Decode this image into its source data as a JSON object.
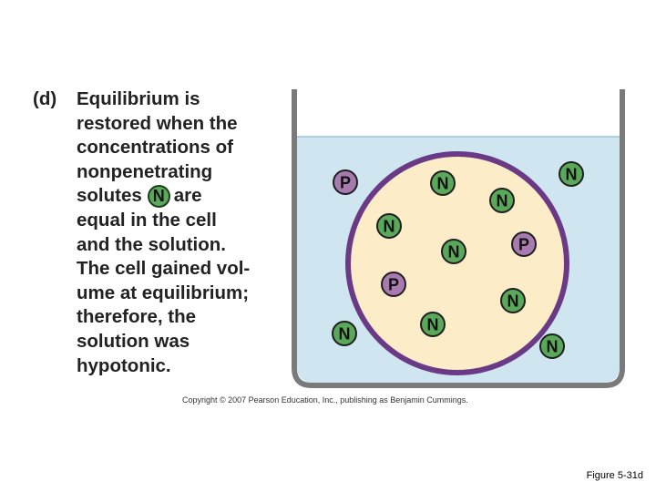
{
  "caption": {
    "panel_label": "(d)",
    "lines": [
      "Equilibrium is",
      "restored when the",
      "concentrations of",
      "nonpenetrating",
      "solutes",
      "are",
      "equal in the cell",
      "and the solution.",
      "The cell gained vol-",
      "ume at equilibrium;",
      "therefore, the",
      "solution was",
      "hypotonic."
    ],
    "inline_molecule": "N"
  },
  "molecules": {
    "inside_cell": [
      "P",
      "N",
      "N",
      "N",
      "N",
      "P",
      "P",
      "N",
      "N"
    ],
    "outside_cell": [
      "N",
      "N",
      "N"
    ]
  },
  "colors": {
    "solution": "#cfe6f0",
    "cell": "#fcecc8",
    "cell_membrane": "#6b3a86",
    "beaker": "#7a7a7a",
    "molecule_n": "#5aa85a",
    "molecule_p": "#a77ab0"
  },
  "copyright": "Copyright © 2007 Pearson Education, Inc., publishing as Benjamin Cummings.",
  "figure_label": "Figure 5-31d"
}
